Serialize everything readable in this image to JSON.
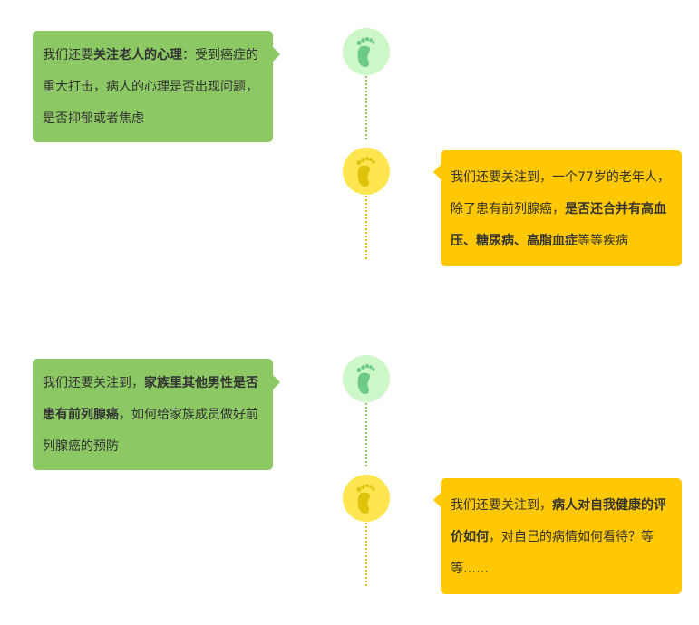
{
  "colors": {
    "green_card": "#8cc863",
    "yellow_card": "#ffc802",
    "green_circle": "#cdf7c8",
    "green_foot": "#6dcb85",
    "yellow_circle": "#ffe651",
    "yellow_foot": "#ddc30a"
  },
  "icons": {
    "marker": "footprint-icon"
  },
  "items": [
    {
      "parts": [
        {
          "t": "我们还要",
          "b": false
        },
        {
          "t": "关注老人的心理",
          "b": true
        },
        {
          "t": "：受到癌症的重大打击，病人的心理是否出现问题，是否抑郁或者焦虑",
          "b": false
        }
      ]
    },
    {
      "parts": [
        {
          "t": "我们还要关注到，一个77岁的老年人，除了患有前列腺癌，",
          "b": false
        },
        {
          "t": "是否还合并有高血压、糖尿病、高脂血症",
          "b": true
        },
        {
          "t": "等等疾病",
          "b": false
        }
      ]
    },
    {
      "parts": [
        {
          "t": "我们还要关注到，",
          "b": false
        },
        {
          "t": "家族里其他男性是否患有前列腺癌",
          "b": true
        },
        {
          "t": "，如何给家族成员做好前列腺癌的预防",
          "b": false
        }
      ]
    },
    {
      "parts": [
        {
          "t": "我们还要关注到，",
          "b": false
        },
        {
          "t": "病人对自我健康的评价如何",
          "b": true
        },
        {
          "t": "，对自己的病情如何看待？等等……",
          "b": false
        }
      ]
    }
  ]
}
